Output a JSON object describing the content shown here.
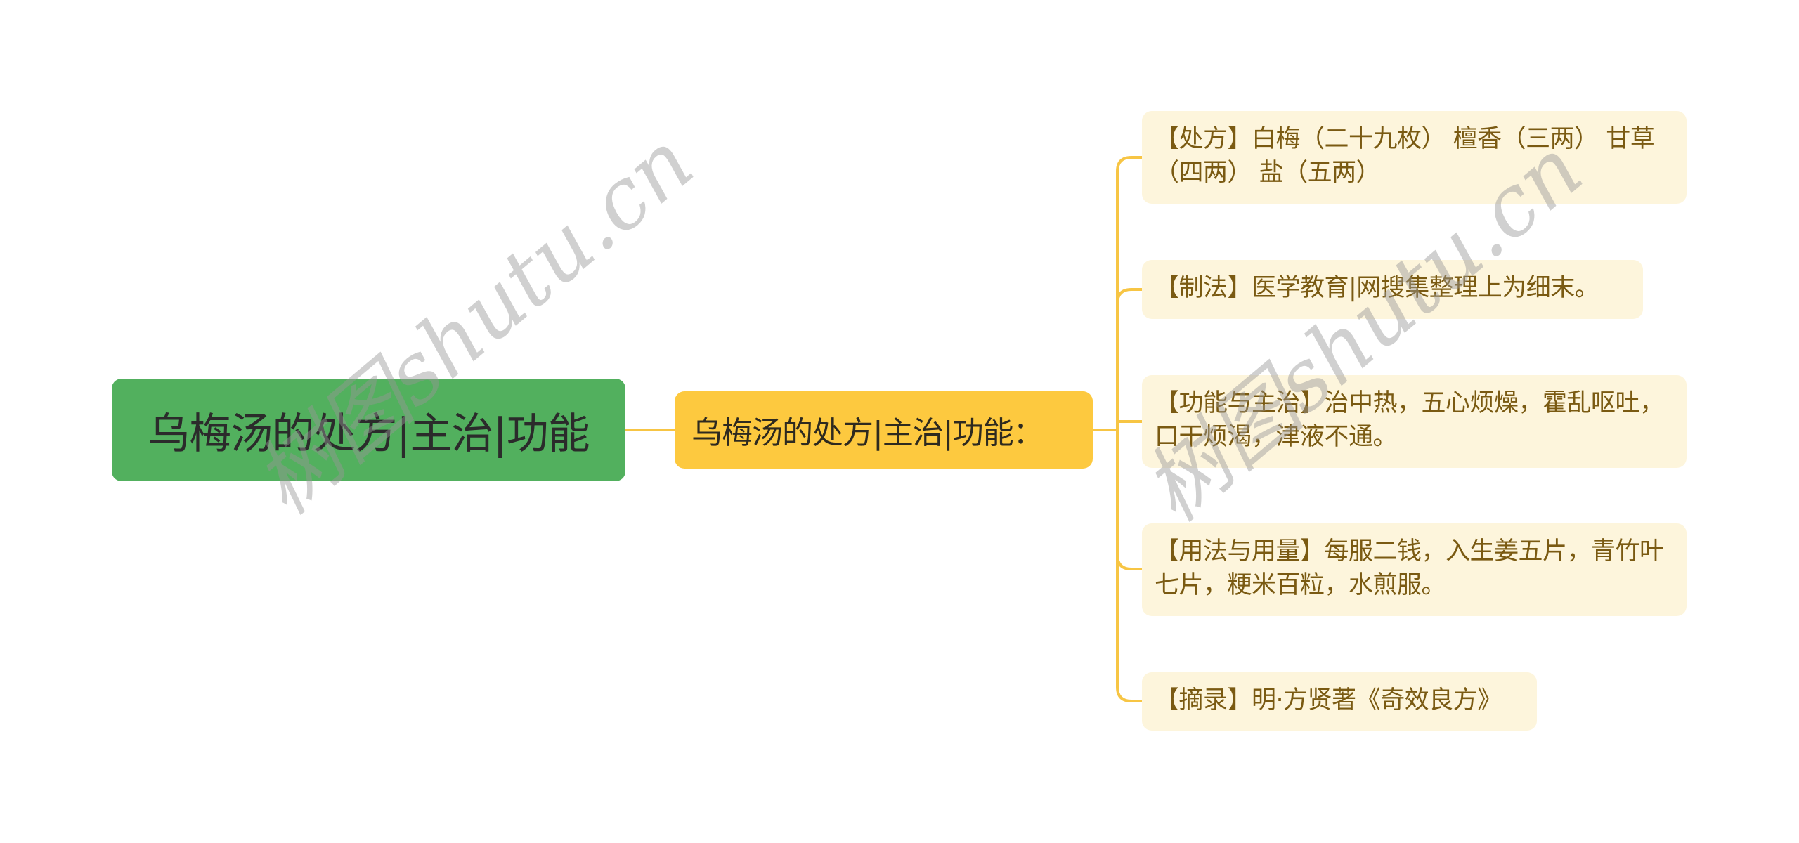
{
  "mindmap": {
    "root": {
      "label": "乌梅汤的处方|主治|功能"
    },
    "branch": {
      "label": "乌梅汤的处方|主治|功能："
    },
    "leaves": [
      {
        "label": "【处方】白梅（二十九枚） 檀香（三两） 甘草（四两） 盐（五两）"
      },
      {
        "label": "【制法】医学教育|网搜集整理上为细末。"
      },
      {
        "label": "【功能与主治】治中热，五心烦燥，霍乱呕吐，口干烦渴，津液不通。"
      },
      {
        "label": "【用法与用量】每服二钱，入生姜五片，青竹叶七片，粳米百粒，水煎服。"
      },
      {
        "label": "【摘录】明·方贤著《奇效良方》"
      }
    ]
  },
  "watermark": {
    "text": "树图shutu.cn"
  },
  "colors": {
    "root_bg": "#52b05e",
    "branch_bg": "#fdc93f",
    "leaf_bg": "#fdf5dc",
    "leaf_text": "#7a5a12",
    "connector": "#f7c544"
  }
}
